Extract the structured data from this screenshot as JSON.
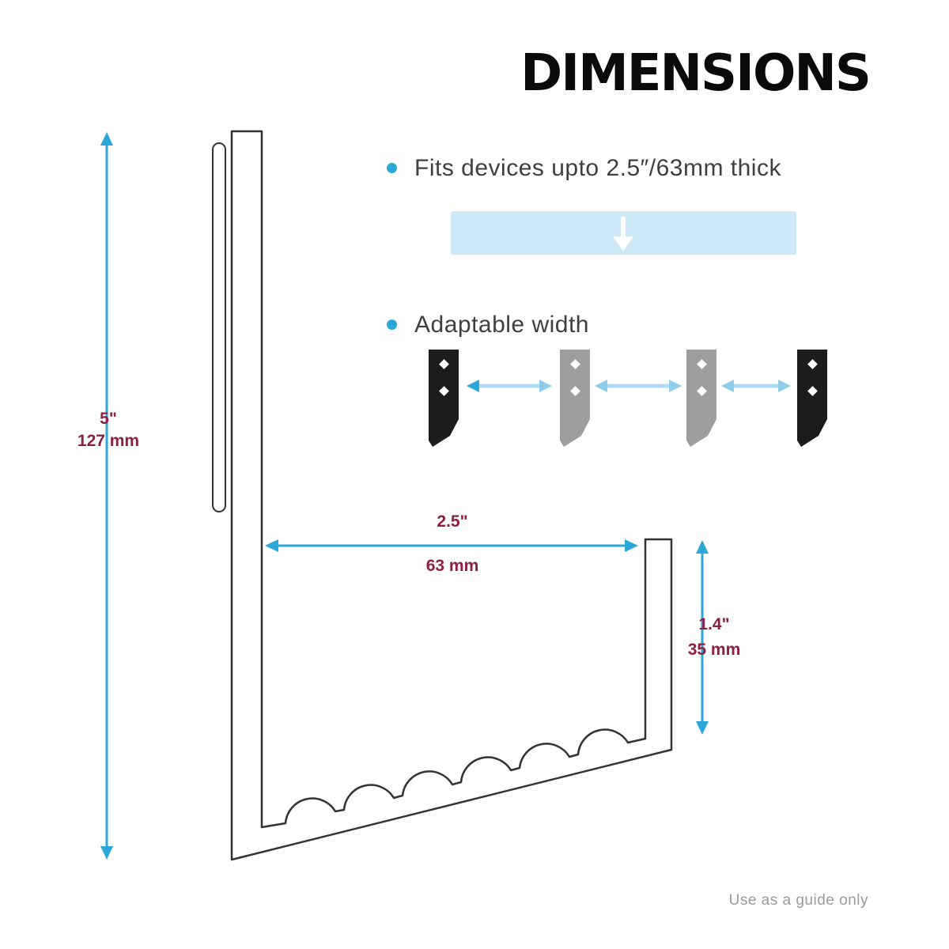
{
  "title": "DIMENSIONS",
  "bullets": [
    {
      "label": "Fits devices upto 2.5″/63mm thick"
    },
    {
      "label": "Adaptable width"
    }
  ],
  "dimensions": {
    "height_in": "5\"",
    "height_mm": "127 mm",
    "width_in": "2.5\"",
    "width_mm": "63 mm",
    "lip_in": "1.4\"",
    "lip_mm": "35 mm"
  },
  "footer_note": "Use as a guide only",
  "icons": {
    "thickness_bar": "down-arrow-icon",
    "adaptable_width_arrows": "double-arrow-icon",
    "hooks": [
      "hook-icon-black",
      "hook-icon-gray",
      "hook-icon-gray",
      "hook-icon-black"
    ],
    "bullet": "dot-icon",
    "dimension_markers": "double-ended-arrow-icon"
  },
  "colors": {
    "accent_teal": "#2BA8D8",
    "pale_blue_bar": "#CDE8F6",
    "pale_blue_arrow": "#AEDCF2",
    "dimension_text": "#8E1E44",
    "outline": "#333333",
    "hook_black": "#1C1C1C",
    "hook_gray": "#9E9E9E",
    "footer_gray": "#9A9A9A"
  }
}
